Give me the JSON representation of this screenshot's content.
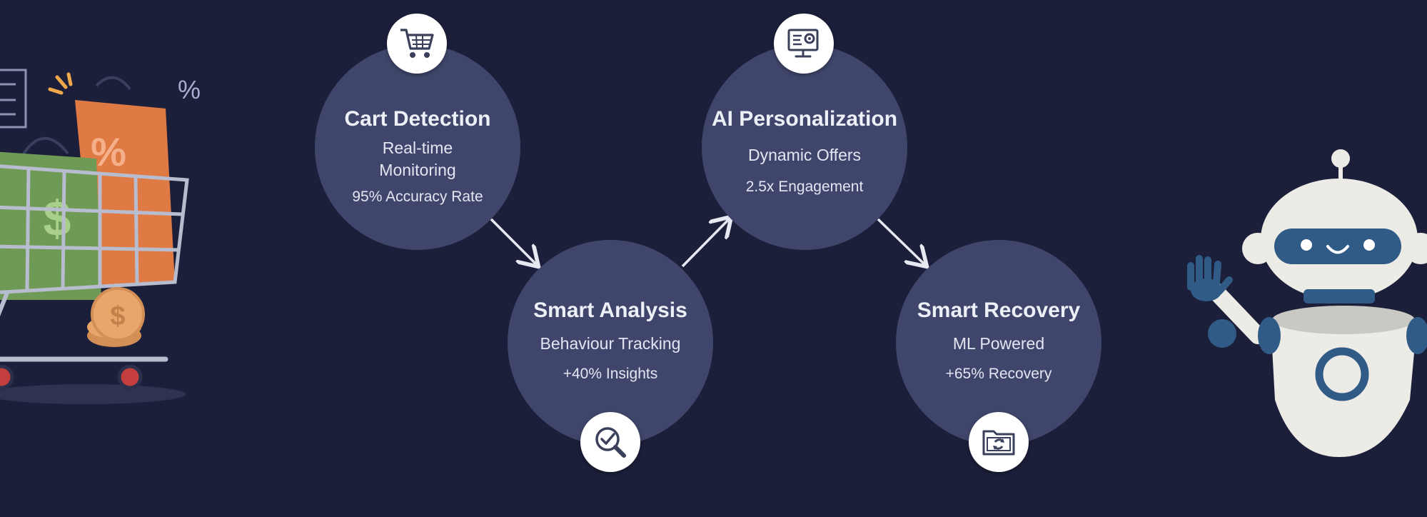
{
  "steps": [
    {
      "id": "cart-detection",
      "title": "Cart Detection",
      "lines": [
        "Real-time",
        "Monitoring"
      ],
      "stat": "95% Accuracy Rate",
      "icon": "shopping-cart-icon"
    },
    {
      "id": "smart-analysis",
      "title": "Smart Analysis",
      "lines": [
        "Behaviour Tracking"
      ],
      "stat": "+40% Insights",
      "icon": "magnifier-check-icon"
    },
    {
      "id": "ai-personalization",
      "title": "AI Personalization",
      "lines": [
        "Dynamic Offers"
      ],
      "stat": "2.5x Engagement",
      "icon": "monitor-gear-icon"
    },
    {
      "id": "smart-recovery",
      "title": "Smart Recovery",
      "lines": [
        "ML Powered"
      ],
      "stat": "+65% Recovery",
      "icon": "folder-refresh-icon"
    }
  ],
  "decor": {
    "percent_glyph": "%",
    "dollar_glyph": "$"
  },
  "colors": {
    "background": "#1c1f3a",
    "circle": "#40466b",
    "arrow": "#e6e8f2",
    "robot_body": "#ecebe6",
    "robot_accent": "#2f5b86",
    "bag_green": "#6f9a55",
    "bag_orange": "#e07a45",
    "coin": "#e8a66a"
  }
}
